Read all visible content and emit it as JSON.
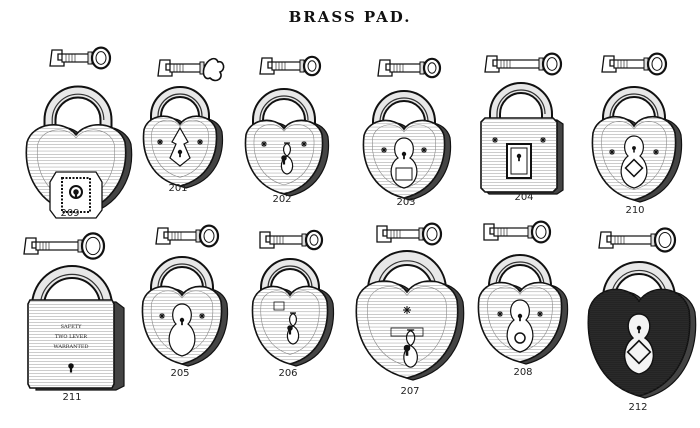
{
  "page": {
    "title": "BRASS PAD."
  },
  "locks": [
    {
      "number": "209"
    },
    {
      "number": "201"
    },
    {
      "number": "202"
    },
    {
      "number": "203"
    },
    {
      "number": "204"
    },
    {
      "number": "210"
    },
    {
      "number": "211",
      "plate": [
        "SAFETY",
        "TWO LEVER",
        "WARRANTED"
      ]
    },
    {
      "number": "205"
    },
    {
      "number": "206"
    },
    {
      "number": "207"
    },
    {
      "number": "208"
    },
    {
      "number": "212"
    }
  ]
}
